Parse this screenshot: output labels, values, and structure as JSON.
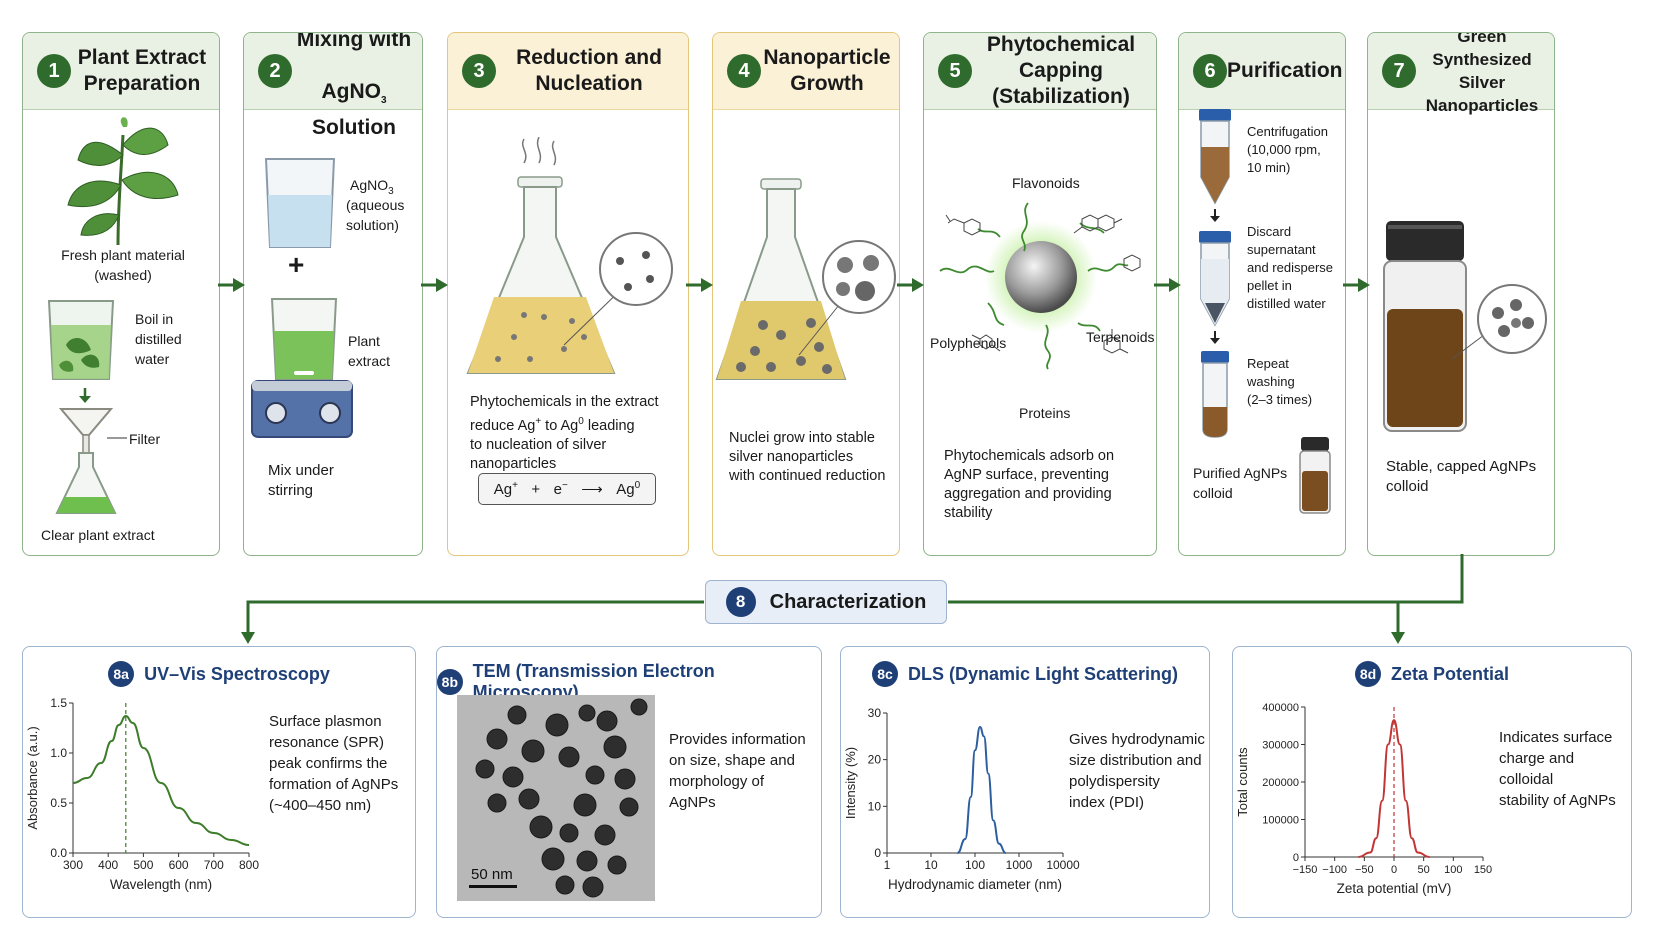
{
  "steps": [
    {
      "num": "1",
      "title": "Plant Extract\nPreparation"
    },
    {
      "num": "2",
      "title_a": "Mixing with",
      "title_b": "AgNO",
      "title_b_sub": "3",
      "title_c": " Solution"
    },
    {
      "num": "3",
      "title": "Reduction and\nNucleation"
    },
    {
      "num": "4",
      "title": "Nanoparticle\nGrowth"
    },
    {
      "num": "5",
      "title": "Phytochemical\nCapping (Stabilization)"
    },
    {
      "num": "6",
      "title": "Purification"
    },
    {
      "num": "7",
      "title": "Green Synthesized\nSilver Nanoparticles"
    }
  ],
  "step1": {
    "fresh": "Fresh plant material\n(washed)",
    "boil": "Boil in\ndistilled\nwater",
    "filter": "Filter",
    "clear": "Clear plant extract"
  },
  "step2": {
    "agno3": "AgNO",
    "agno3_sub": "3",
    "agno3_desc": "(aqueous\nsolution)",
    "plus": "+",
    "plant": "Plant\nextract",
    "mix": "Mix under\nstirring"
  },
  "step3": {
    "desc_1": "Phytochemicals in the extract",
    "desc_2a": "reduce Ag",
    "desc_2b": "+",
    "desc_2c": " to Ag",
    "desc_2d": "0",
    "desc_2e": " leading",
    "desc_3": "to nucleation of silver\nnanoparticles",
    "eq_ag": "Ag",
    "eq_plus_sup": "+",
    "eq_plus": "+",
    "eq_e": "e",
    "eq_e_sup": "−",
    "eq_arrow": "⟶",
    "eq_ag0": "Ag",
    "eq_ag0_sup": "0"
  },
  "step4": {
    "desc": "Nuclei grow into stable\nsilver nanoparticles\nwith continued reduction"
  },
  "step5": {
    "flavonoids": "Flavonoids",
    "polyphenols": "Polyphenols",
    "terpenoids": "Terpenoids",
    "proteins": "Proteins",
    "desc": "Phytochemicals adsorb on\nAgNP surface, preventing\naggregation and providing\nstability"
  },
  "step6": {
    "centri": "Centrifugation\n(10,000 rpm,\n10 min)",
    "discard": "Discard\nsupernatant\nand redisperse\npellet in\ndistilled water",
    "repeat": "Repeat\nwashing\n(2–3 times)",
    "purified": "Purified AgNPs\ncolloid"
  },
  "step7": {
    "desc": "Stable, capped AgNPs\ncolloid"
  },
  "characterization": {
    "num": "8",
    "title": "Characterization"
  },
  "char_panels": [
    {
      "num": "8a",
      "title": "UV–Vis Spectroscopy",
      "desc": "Surface plasmon\nresonance (SPR)\npeak confirms the\nformation of AgNPs\n(~400–450 nm)"
    },
    {
      "num": "8b",
      "title": "TEM (Transmission Electron Microscopy)",
      "desc": "Provides information\non size, shape and\nmorphology of\nAgNPs",
      "scale": "50 nm"
    },
    {
      "num": "8c",
      "title": "DLS (Dynamic Light Scattering)",
      "desc": "Gives hydrodynamic\nsize distribution and\npolydispersity\nindex (PDI)"
    },
    {
      "num": "8d",
      "title": "Zeta Potential",
      "desc": "Indicates surface\ncharge and colloidal\nstability of AgNPs"
    }
  ],
  "chart_data": [
    {
      "type": "line",
      "xlabel": "Wavelength (nm)",
      "ylabel": "Absorbance (a.u.)",
      "x_ticks": [
        "300",
        "400",
        "500",
        "600",
        "700",
        "800"
      ],
      "y_ticks": [
        "0.0",
        "0.5",
        "1.0",
        "1.5"
      ],
      "xlim": [
        300,
        800
      ],
      "ylim": [
        0,
        1.5
      ],
      "peak_x": 450,
      "x": [
        300,
        340,
        380,
        410,
        430,
        450,
        470,
        500,
        550,
        600,
        650,
        700,
        750,
        800
      ],
      "y": [
        0.7,
        0.75,
        0.9,
        1.12,
        1.28,
        1.37,
        1.3,
        1.05,
        0.7,
        0.45,
        0.3,
        0.2,
        0.13,
        0.08
      ]
    },
    {
      "type": "line",
      "xlabel": "Hydrodynamic diameter (nm)",
      "ylabel": "Intensity (%)",
      "x_ticks": [
        "1",
        "10",
        "100",
        "1000",
        "10000"
      ],
      "y_ticks": [
        "0",
        "10",
        "20",
        "30"
      ],
      "xlim": [
        1,
        10000
      ],
      "ylim": [
        0,
        30
      ],
      "x_scale": "log",
      "x": [
        40,
        60,
        80,
        100,
        130,
        160,
        200,
        260,
        350,
        500
      ],
      "y": [
        0,
        3,
        12,
        22,
        27,
        25,
        17,
        7,
        2,
        0
      ]
    },
    {
      "type": "line",
      "xlabel": "Zeta potential (mV)",
      "ylabel": "Total counts",
      "x_ticks": [
        "−150",
        "−100",
        "−50",
        "0",
        "50",
        "100",
        "150"
      ],
      "y_ticks": [
        "0",
        "100000",
        "200000",
        "300000",
        "400000"
      ],
      "xlim": [
        -150,
        150
      ],
      "ylim": [
        0,
        400000
      ],
      "peak_x": 0,
      "x": [
        -60,
        -40,
        -30,
        -20,
        -10,
        0,
        10,
        20,
        30,
        40,
        60
      ],
      "y": [
        0,
        12000,
        50000,
        150000,
        300000,
        365000,
        300000,
        150000,
        50000,
        12000,
        0
      ]
    }
  ],
  "colors": {
    "green": "#2f6b2c",
    "navy": "#1f3f77",
    "uv_line": "#3d7d2a",
    "dls_line": "#2d5e9e",
    "zeta_line": "#c23535"
  }
}
